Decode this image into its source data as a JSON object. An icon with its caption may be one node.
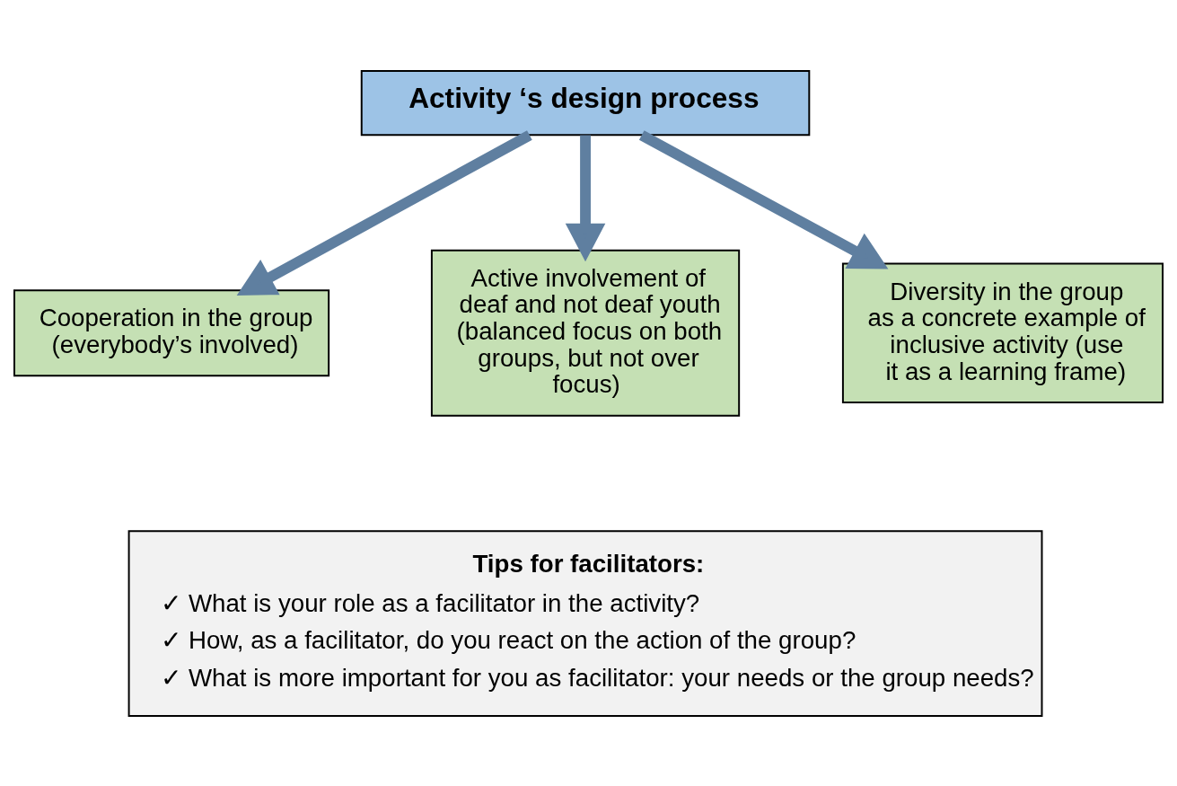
{
  "diagram": {
    "nodes": [
      {
        "text": [
          "Activity ‘s design process"
        ]
      },
      {
        "text": [
          "Cooperation in the group (everybody’s involved)"
        ]
      },
      {
        "text": [
          "Active involvement of deaf and not deaf youth (balanced focus on both groups, but not over focus)"
        ]
      },
      {
        "text": [
          "Diversity in the group as a concrete example of inclusive activity (use it as a learning frame)"
        ]
      },
      {
        "text": [
          "Tips for facilitators:",
          "✓ What is your role as a facilitator in the activity?",
          "✓ How, as a facilitator, do you react on the action of the group?",
          "✓ What is more important for you as facilitator: your needs or the group needs?"
        ]
      }
    ],
    "edges": [
      {
        "from": 0,
        "to": 1,
        "arrow": "to"
      },
      {
        "from": 0,
        "to": 2,
        "arrow": "to"
      },
      {
        "from": 0,
        "to": 3,
        "arrow": "to"
      }
    ]
  }
}
